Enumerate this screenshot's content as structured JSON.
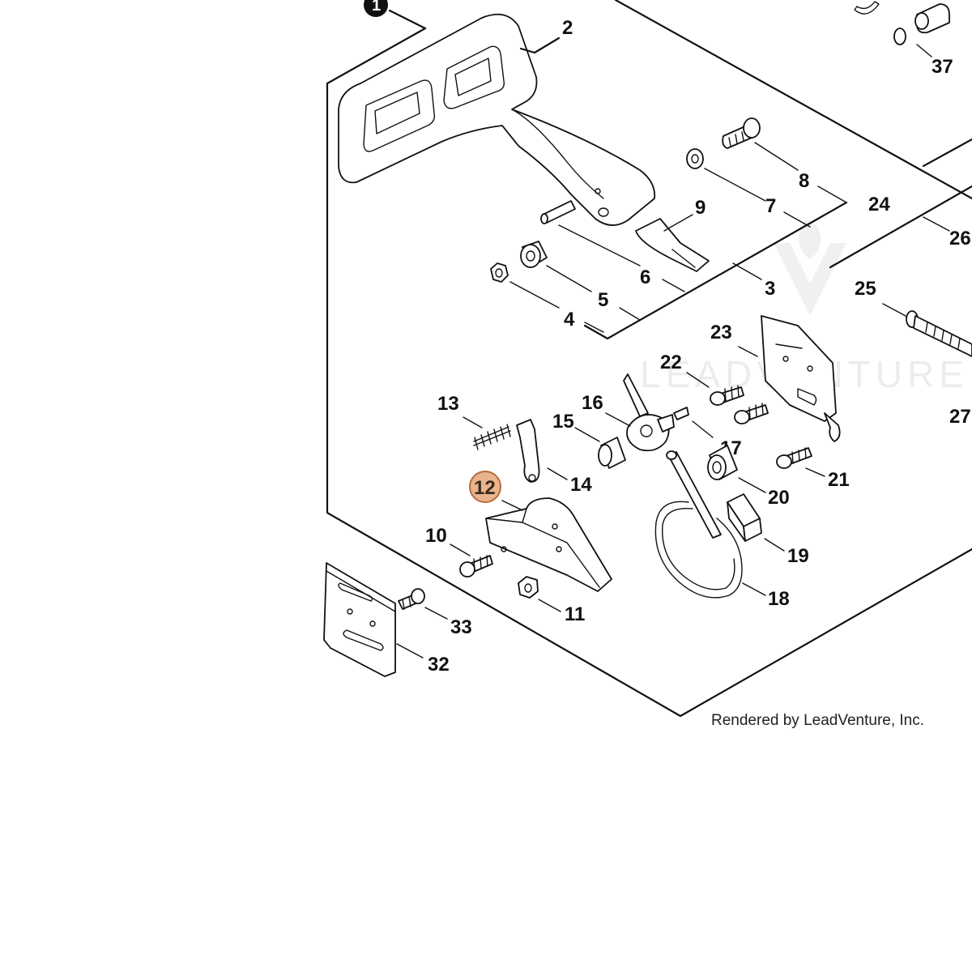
{
  "diagram": {
    "credit": "Rendered by LeadVenture, Inc.",
    "watermark": "LEADVENTURE",
    "colors": {
      "highlight_fill": "#e8b48e",
      "highlight_stroke": "#b86b3a",
      "line": "#111111"
    },
    "highlighted_callout": "12",
    "callouts": {
      "c2": "2",
      "c3": "3",
      "c4": "4",
      "c5": "5",
      "c6": "6",
      "c7": "7",
      "c8": "8",
      "c9": "9",
      "c10": "10",
      "c11": "11",
      "c12": "12",
      "c13": "13",
      "c14": "14",
      "c15": "15",
      "c16": "16",
      "c17": "17",
      "c18": "18",
      "c19": "19",
      "c20": "20",
      "c21": "21",
      "c22": "22",
      "c23": "23",
      "c24": "24",
      "c25": "25",
      "c26": "26",
      "c27": "27",
      "c32": "32",
      "c33": "33",
      "c37": "37"
    }
  }
}
